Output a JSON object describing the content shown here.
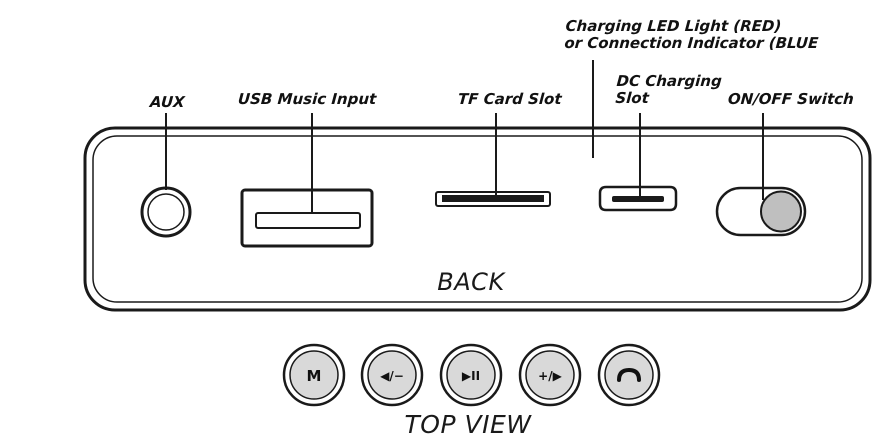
{
  "callouts": {
    "aux": "AUX",
    "usb": "USB Music Input",
    "tf": "TF Card Slot",
    "led_line1": "Charging LED Light (RED)",
    "led_line2": "or Connection  Indicator (BLUE",
    "dc_line1": "DC Charging",
    "dc_line2": "Slot",
    "switch": "ON/OFF Switch"
  },
  "captions": {
    "back": "BACK",
    "top": "TOP VIEW"
  },
  "top_buttons": [
    {
      "label": "M",
      "icon": "mode-icon"
    },
    {
      "label": "◀/−",
      "icon": "previous-volume-down-icon"
    },
    {
      "label": "▶II",
      "icon": "play-pause-icon"
    },
    {
      "label": "+/▶",
      "icon": "next-volume-up-icon"
    },
    {
      "label": "",
      "icon": "phone-handset-icon"
    }
  ],
  "colors": {
    "line": "#1a1a1a",
    "button_fill": "#d9d9d9",
    "switch_knob": "#bfbfbf"
  }
}
